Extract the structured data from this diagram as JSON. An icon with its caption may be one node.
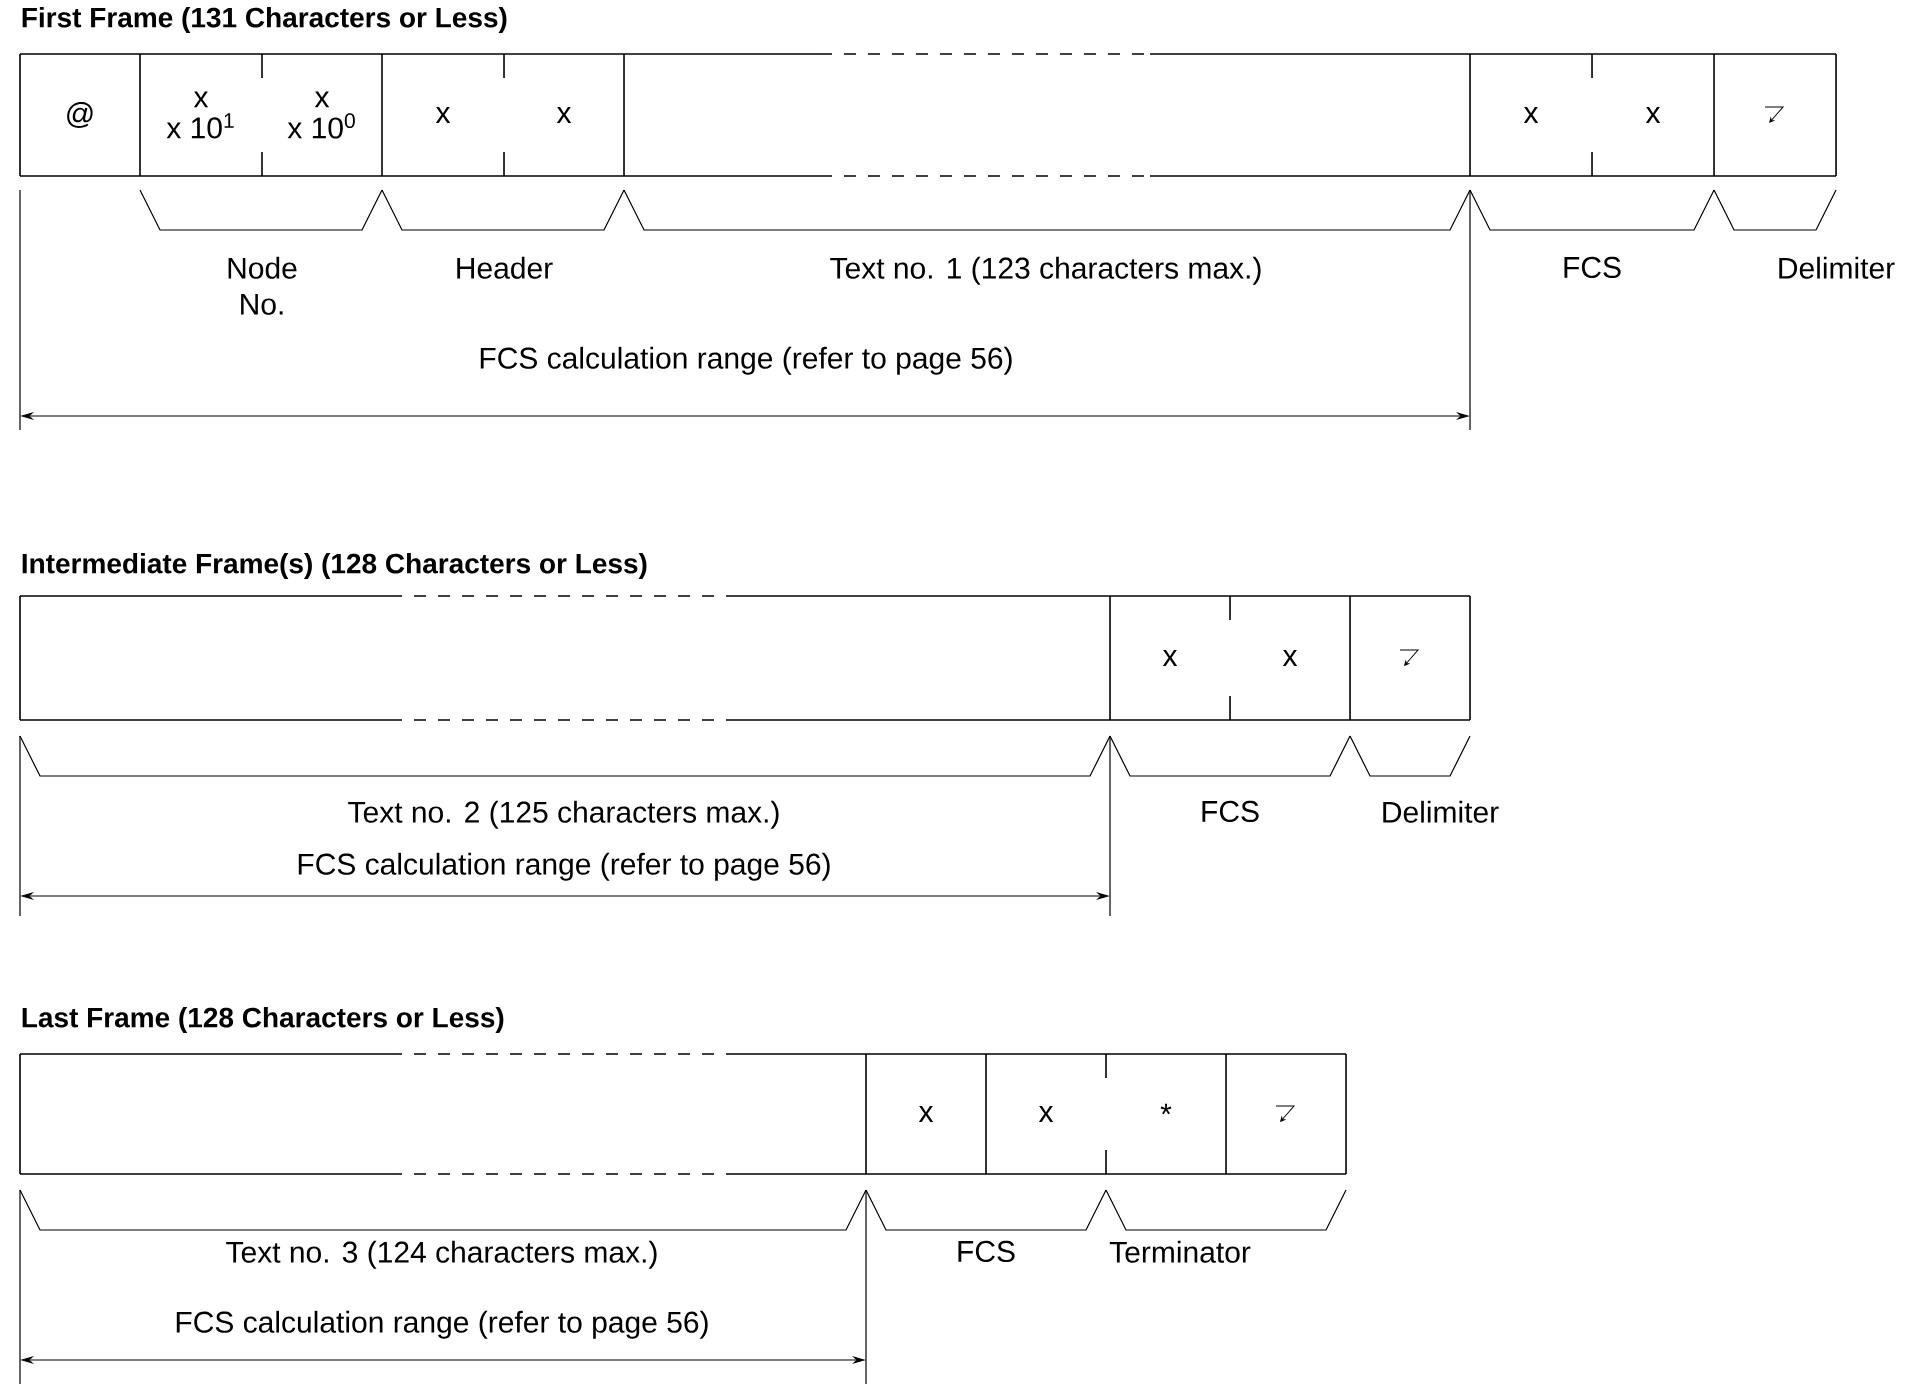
{
  "diagram": {
    "nodes": [
      {
        "text": [
          "First Frame (131 Characters or Less)"
        ]
      },
      {
        "text": [
          "@"
        ],
        "in": 0
      },
      {
        "text": [
          "x",
          "x 10$^{1}$"
        ],
        "in": 0
      },
      {
        "text": [
          "x",
          "x 10$^{0}$"
        ],
        "in": 0
      },
      {
        "text": [
          "x"
        ],
        "in": 0
      },
      {
        "text": [
          "x"
        ],
        "in": 0
      },
      {
        "text": [],
        "shape": "box",
        "in": 0
      },
      {
        "text": [
          "x"
        ],
        "in": 0
      },
      {
        "text": [
          "x"
        ],
        "in": 0
      },
      {
        "text": [],
        "shape": "box",
        "in": 0
      },
      {
        "text": [
          "Intermediate Frame(s) (128 Characters or Less)"
        ]
      },
      {
        "text": [],
        "shape": "box",
        "in": 10
      },
      {
        "text": [
          "x"
        ],
        "in": 10
      },
      {
        "text": [
          "x"
        ],
        "in": 10
      },
      {
        "text": [],
        "shape": "box",
        "in": 10
      },
      {
        "text": [
          "Last Frame (128 Characters or Less)"
        ]
      },
      {
        "text": [],
        "shape": "box",
        "in": 15
      },
      {
        "text": [
          "x"
        ],
        "in": 15
      },
      {
        "text": [
          "x"
        ],
        "in": 15
      },
      {
        "text": [
          "*"
        ],
        "in": 15
      },
      {
        "text": [],
        "shape": "box",
        "in": 15
      }
    ],
    "labels": [
      "Node No.",
      "Header",
      "Text no. 1 (123 characters max.)",
      "FCS",
      "Delimiter",
      "FCS calculation range (refer to page 56)",
      "Text no. 2 (125 characters max.)",
      "FCS",
      "Delimiter",
      "FCS calculation range (refer to page 56)",
      "Text no. 3 (124 characters max.)",
      "FCS",
      "Terminator",
      "FCS calculation range (refer to page 56)"
    ]
  }
}
